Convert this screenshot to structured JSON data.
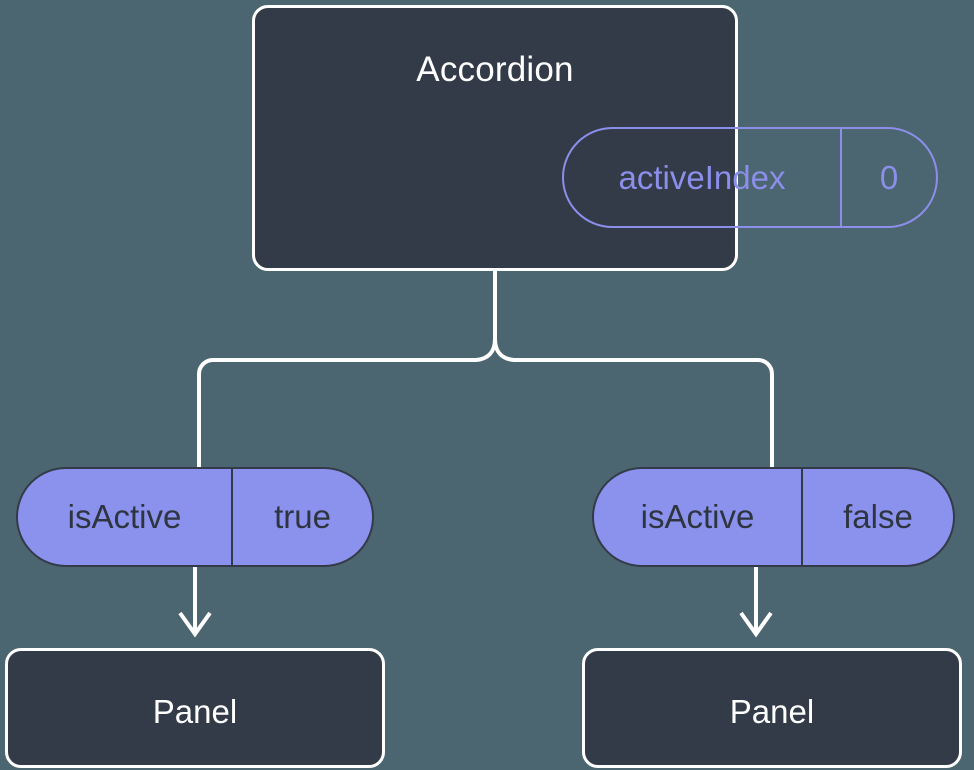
{
  "diagram": {
    "type": "component-state-tree",
    "background_color": "#4b6670",
    "box_fill_color": "#333b49",
    "box_border_color": "#ffffff",
    "pill_fill_color": "#8b92ee",
    "pill_outline_color": "#8b8fea",
    "pill_text_dark_color": "#2e3541",
    "connector_color": "#ffffff"
  },
  "root": {
    "title": "Accordion",
    "state": {
      "key": "activeIndex",
      "value": "0"
    }
  },
  "branches": [
    {
      "prop": {
        "key": "isActive",
        "value": "true"
      },
      "child": {
        "title": "Panel"
      }
    },
    {
      "prop": {
        "key": "isActive",
        "value": "false"
      },
      "child": {
        "title": "Panel"
      }
    }
  ]
}
